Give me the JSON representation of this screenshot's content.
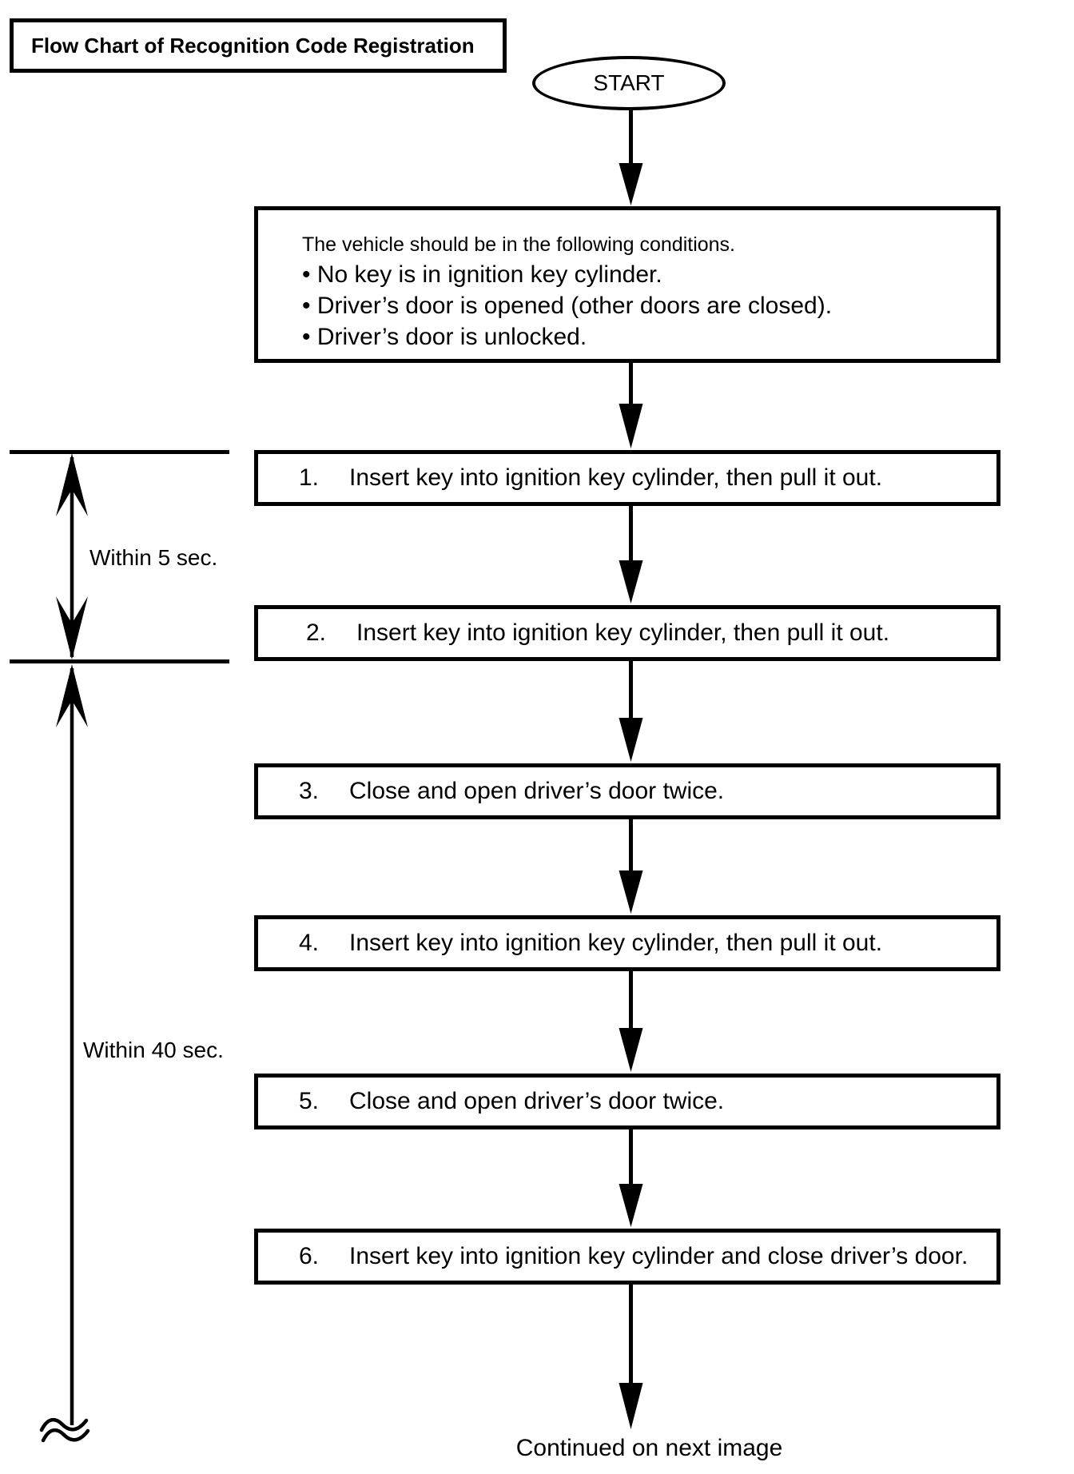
{
  "page": {
    "title": "Flow Chart of Recognition Code Registration"
  },
  "flow": {
    "start_label": "START",
    "conditions": {
      "intro": "The vehicle should be in the following conditions.",
      "bullets": [
        "• No key is in ignition key cylinder.",
        "• Driver’s door is opened (other doors are closed).",
        "• Driver’s door is unlocked."
      ]
    },
    "steps": [
      {
        "number": "1.",
        "text": "Insert key into ignition key cylinder, then pull it out."
      },
      {
        "number": "2.",
        "text": "Insert key into ignition key cylinder, then pull it out."
      },
      {
        "number": "3.",
        "text": "Close and open driver’s door twice."
      },
      {
        "number": "4.",
        "text": "Insert key into ignition key cylinder, then pull it out."
      },
      {
        "number": "5.",
        "text": "Close and open driver’s door twice."
      },
      {
        "number": "6.",
        "text": "Insert key into ignition key cylinder and close driver’s door."
      }
    ],
    "timing_labels": [
      {
        "label": "Within 5 sec."
      },
      {
        "label": "Within 40 sec."
      }
    ],
    "continued_note": "Continued on next image"
  },
  "colors": {
    "stroke": "#000000",
    "background": "#ffffff"
  }
}
